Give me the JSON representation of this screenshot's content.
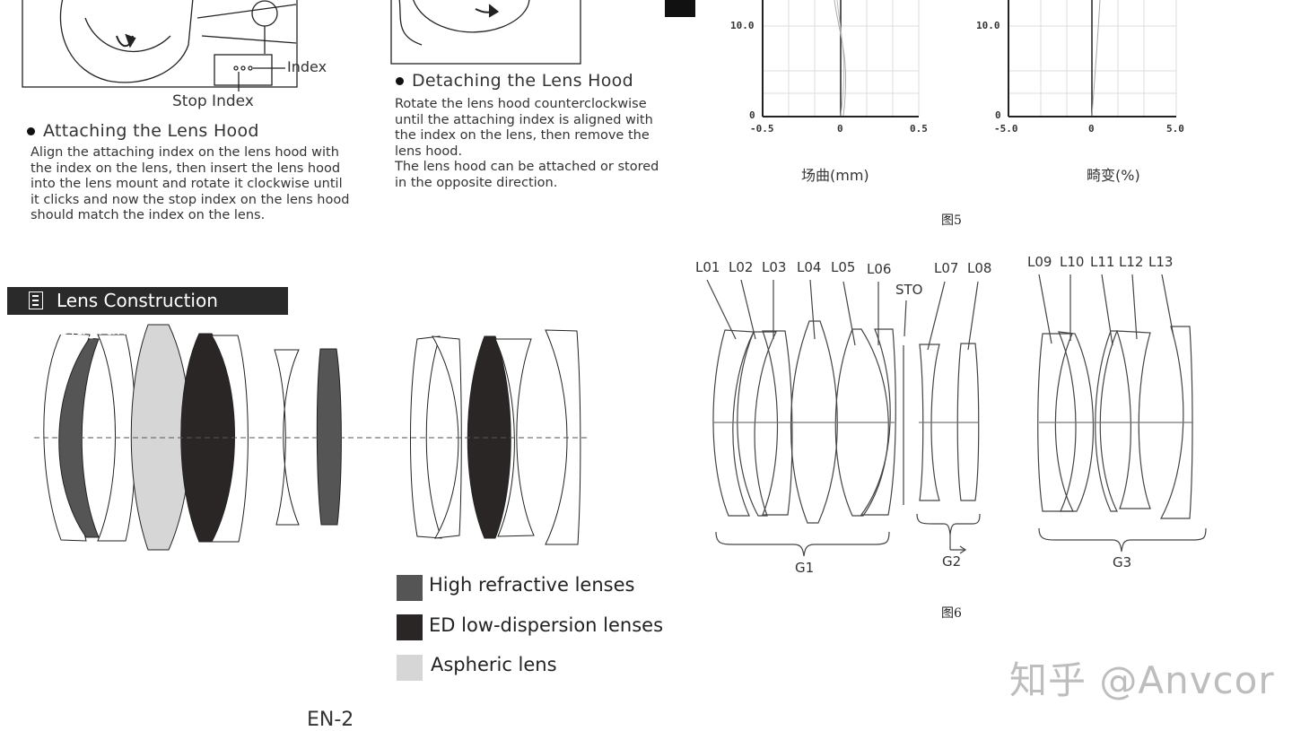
{
  "manual": {
    "index_label": "Index",
    "stop_index_label": "Stop Index",
    "attaching": {
      "title": "Attaching the Lens Hood",
      "body": "Align the attaching index on the lens hood with\nthe index on the lens, then insert the lens hood\ninto the lens mount and rotate it clockwise until\nit clicks and now the stop index on the lens hood\nshould match the index on the lens."
    },
    "detaching": {
      "title": "Detaching the Lens Hood",
      "body": "Rotate the lens hood counterclockwise\nuntil the attaching index is aligned with\nthe index on the lens, then remove the\nlens hood.\nThe lens hood can be attached or stored\nin the opposite direction."
    },
    "construction_title": "Lens Construction Diagram",
    "legend": [
      {
        "label": "High refractive lenses",
        "color": "#555555"
      },
      {
        "label": "ED low-dispersion lenses",
        "color": "#2b2626"
      },
      {
        "label": "Aspheric lens",
        "color": "#d6d6d6"
      }
    ],
    "page_label": "EN-2"
  },
  "fig5": {
    "caption": "图5",
    "field_curvature": {
      "y_tick_top": "10.0",
      "y_tick_bottom": "0",
      "x_ticks": [
        "-0.5",
        "0",
        "0.5"
      ],
      "label": "场曲(mm)"
    },
    "distortion": {
      "y_tick_top": "10.0",
      "y_tick_bottom": "0",
      "x_ticks": [
        "-5.0",
        "0",
        "5.0"
      ],
      "label": "畸变(%)"
    }
  },
  "fig6": {
    "caption": "图6",
    "lens_labels": [
      "L01",
      "L02",
      "L03",
      "L04",
      "L05",
      "L06",
      "STO",
      "L07",
      "L08",
      "L09",
      "L10",
      "L11",
      "L12",
      "L13"
    ],
    "groups": [
      "G1",
      "G2",
      "G3"
    ]
  },
  "watermark": "知乎 @Anvcor"
}
